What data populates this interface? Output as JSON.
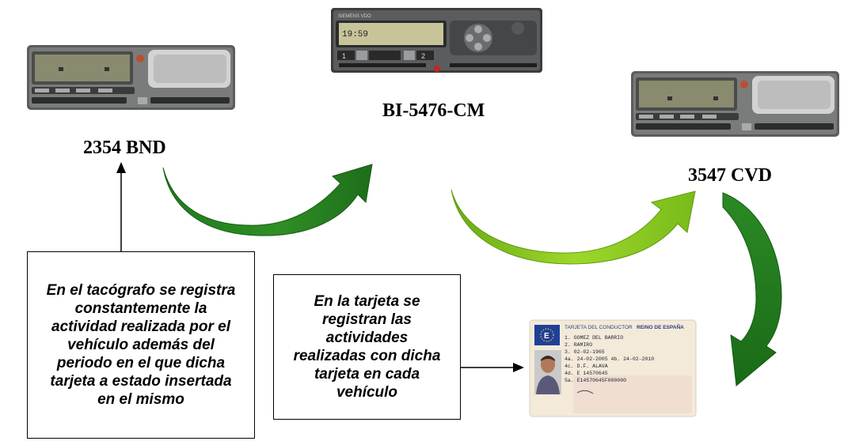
{
  "vehicles": [
    {
      "plate": "2354 BND"
    },
    {
      "plate": "BI-5476-CM"
    },
    {
      "plate": "3547 CVD"
    }
  ],
  "tachograph_center": {
    "brand": "SIEMENS VDO",
    "display_time": "19:59",
    "slot1": "1",
    "slot2": "2"
  },
  "notes": {
    "tachograph_note": "En el tacógrafo se registra constantemente la actividad realizada por el vehículo además del periodo en el que dicha tarjeta a estado insertada en el mismo",
    "card_note": "En la tarjeta se registran las actividades realizadas con dicha tarjeta en cada vehículo"
  },
  "driver_card": {
    "header": "TARJETA DEL CONDUCTOR",
    "country": "REINO DE ESPAÑA",
    "eu_letter": "E",
    "lines": [
      "1. GOMEZ DEL BARRIO",
      "2. RAMIRO",
      "3. 02-02-1965",
      "4a. 24-02-2005  4b. 24-02-2010",
      "4c. D.F. ALAVA",
      "4d. E 14570645",
      "5a. E14570645F000000"
    ]
  },
  "colors": {
    "arrow_dark_green": "#217a1f",
    "arrow_light_green": "#8ccc1e",
    "eu_blue": "#1f3f99"
  }
}
